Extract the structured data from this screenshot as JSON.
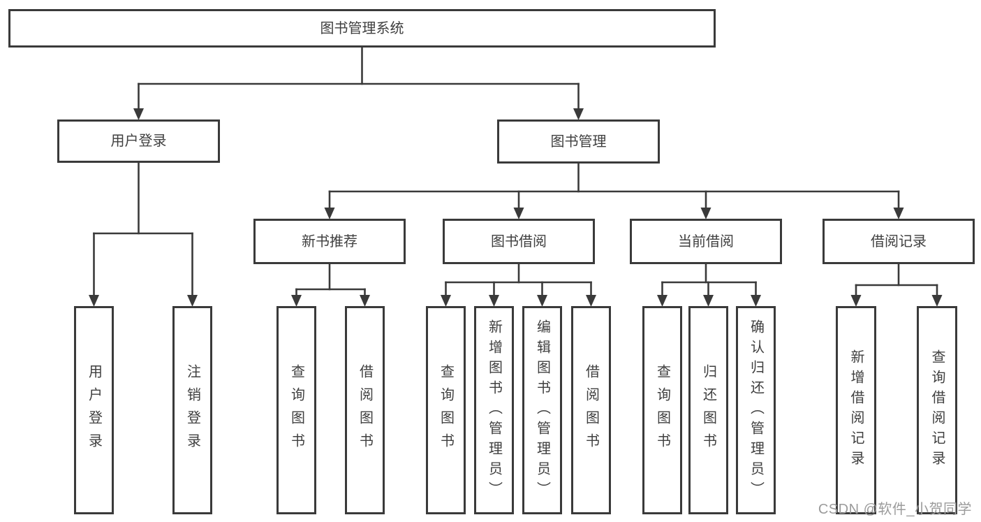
{
  "diagram": {
    "nodes": [
      {
        "id": "root",
        "label": "图书管理系统",
        "children": [
          "user-login",
          "book-mgmt"
        ]
      },
      {
        "id": "user-login",
        "label": "用户登录",
        "children": [
          "login",
          "logout"
        ]
      },
      {
        "id": "book-mgmt",
        "label": "图书管理",
        "children": [
          "new-book-rec",
          "book-borrow",
          "current-borrow",
          "borrow-records"
        ]
      },
      {
        "id": "login",
        "label": "用户登录"
      },
      {
        "id": "logout",
        "label": "注销登录"
      },
      {
        "id": "new-book-rec",
        "label": "新书推荐",
        "children": [
          "nbr-query-book",
          "nbr-borrow-book"
        ]
      },
      {
        "id": "book-borrow",
        "label": "图书借阅",
        "children": [
          "bb-query-book",
          "bb-add-book",
          "bb-edit-book",
          "bb-borrow-book"
        ]
      },
      {
        "id": "current-borrow",
        "label": "当前借阅",
        "children": [
          "cb-query-book",
          "cb-return-book",
          "cb-confirm-return"
        ]
      },
      {
        "id": "borrow-records",
        "label": "借阅记录",
        "children": [
          "br-add-record",
          "br-query-record"
        ]
      },
      {
        "id": "nbr-query-book",
        "label": "查询图书"
      },
      {
        "id": "nbr-borrow-book",
        "label": "借阅图书"
      },
      {
        "id": "bb-query-book",
        "label": "查询图书"
      },
      {
        "id": "bb-add-book",
        "label": "新增图书（管理员）"
      },
      {
        "id": "bb-edit-book",
        "label": "编辑图书（管理员）"
      },
      {
        "id": "bb-borrow-book",
        "label": "借阅图书"
      },
      {
        "id": "cb-query-book",
        "label": "查询图书"
      },
      {
        "id": "cb-return-book",
        "label": "归还图书"
      },
      {
        "id": "cb-confirm-return",
        "label": "确认归还（管理员）"
      },
      {
        "id": "br-add-record",
        "label": "新增借阅记录"
      },
      {
        "id": "br-query-record",
        "label": "查询借阅记录"
      }
    ]
  },
  "watermark": {
    "text": "CSDN @软件_小贺同学"
  },
  "colors": {
    "line": "#3a3a3a",
    "text": "#3f3f3f",
    "watermark": "#9b9b9b",
    "background": "#ffffff"
  }
}
